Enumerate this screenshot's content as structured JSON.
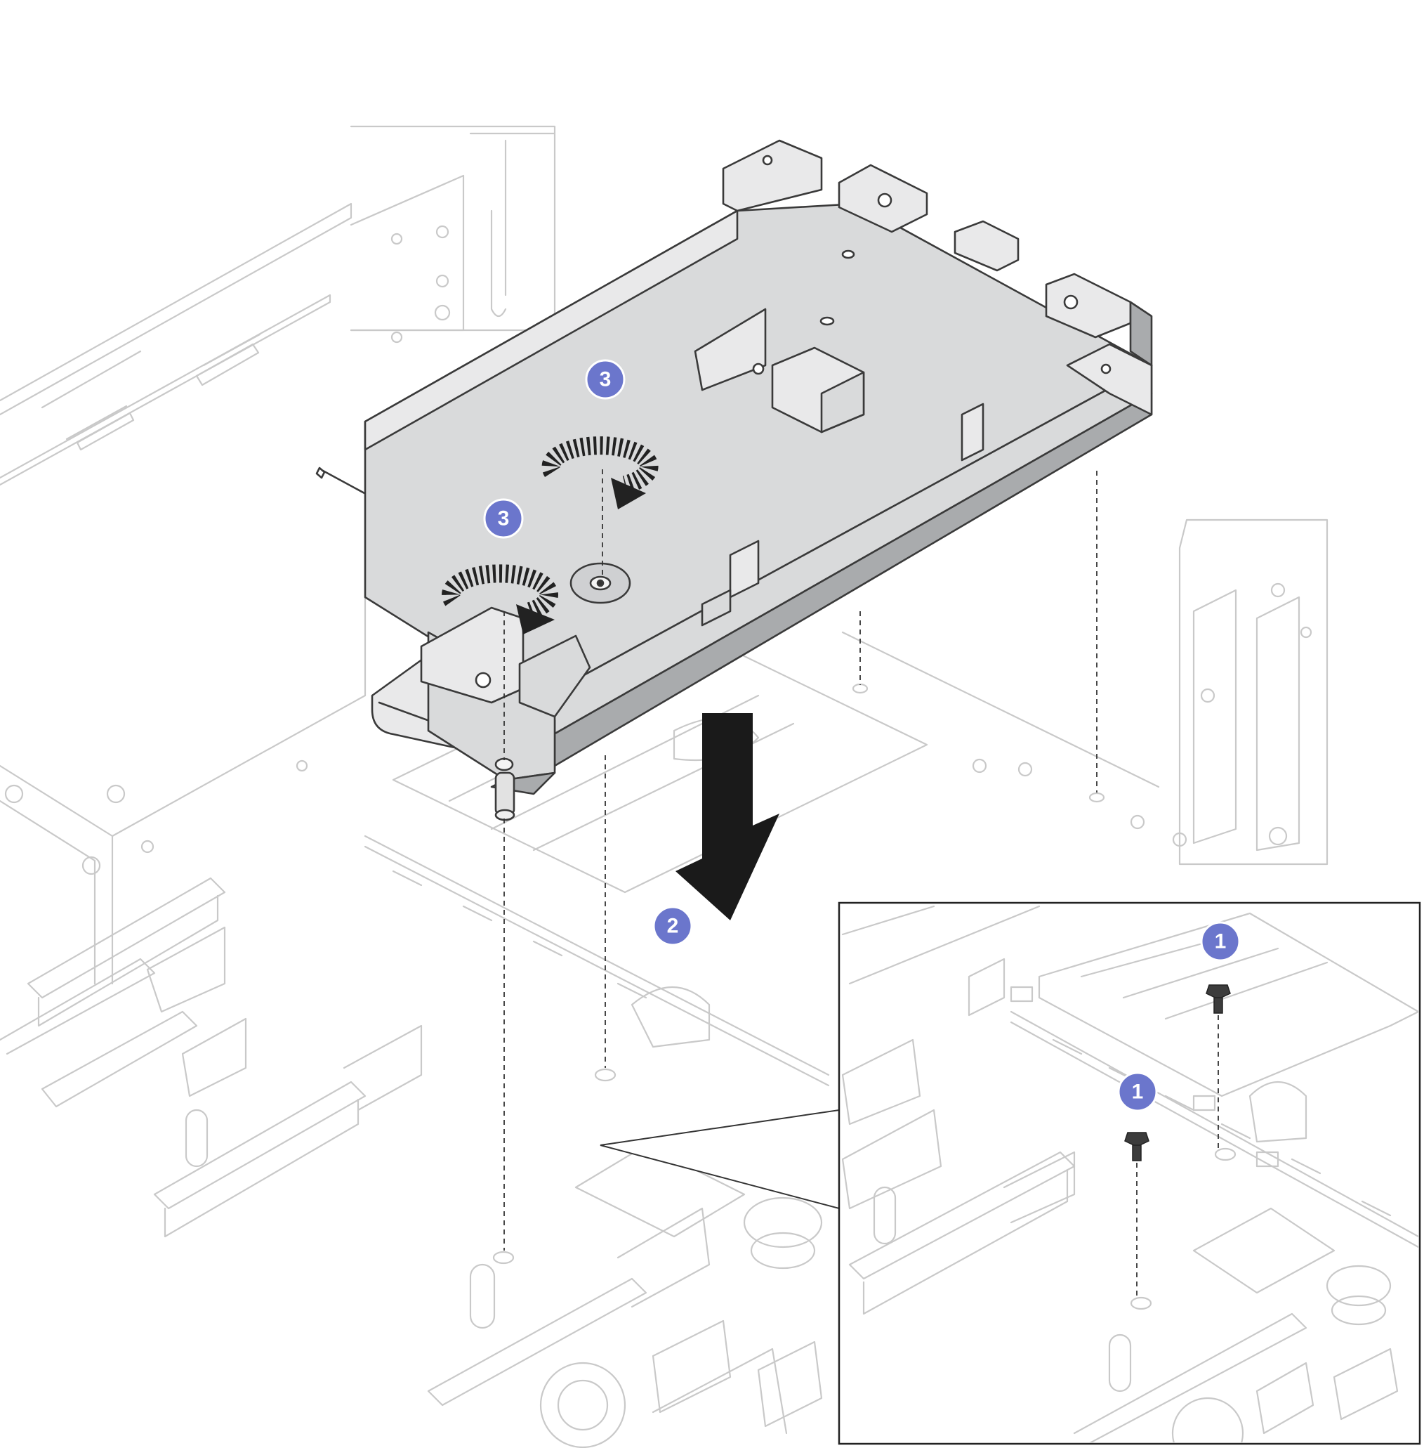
{
  "figure": {
    "description_visible": false,
    "callouts": [
      {
        "id": "step-1a",
        "label": "1"
      },
      {
        "id": "step-1b",
        "label": "1"
      },
      {
        "id": "step-2",
        "label": "2"
      },
      {
        "id": "step-3a",
        "label": "3"
      },
      {
        "id": "step-3b",
        "label": "3"
      }
    ],
    "colors": {
      "callout": "#6b76cc",
      "part_fill": "#d9dadb",
      "ghost_outline": "#c9c9c9",
      "line": "#3a3a3a"
    }
  }
}
